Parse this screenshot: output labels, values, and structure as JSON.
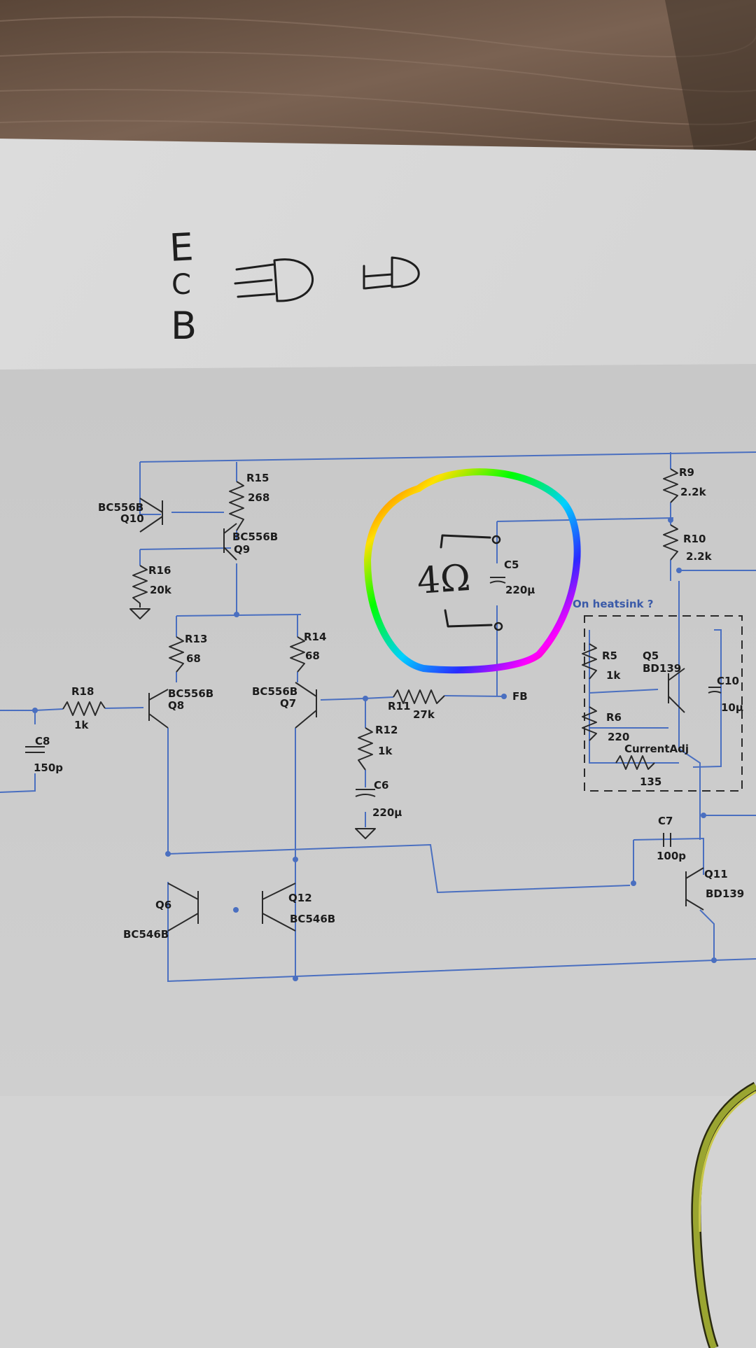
{
  "handwriting": {
    "pinout_letters": [
      "E",
      "C",
      "B"
    ]
  },
  "annotation": {
    "impedance_label": "4Ω"
  },
  "schematic": {
    "components": [
      {
        "ref": "R15",
        "value": "268"
      },
      {
        "ref": "Q10",
        "value": "BC556B"
      },
      {
        "ref": "Q9",
        "value": "BC556B"
      },
      {
        "ref": "R16",
        "value": "20k"
      },
      {
        "ref": "R13",
        "value": "68"
      },
      {
        "ref": "R14",
        "value": "68"
      },
      {
        "ref": "Q8",
        "value": "BC556B"
      },
      {
        "ref": "Q7",
        "value": "BC556B"
      },
      {
        "ref": "R18",
        "value": "1k"
      },
      {
        "ref": "C8",
        "value": "150p"
      },
      {
        "ref": "R11",
        "value": "27k"
      },
      {
        "ref": "R12",
        "value": "1k"
      },
      {
        "ref": "C6",
        "value": "220µ"
      },
      {
        "ref": "C5",
        "value": "220µ"
      },
      {
        "ref": "R9",
        "value": "2.2k"
      },
      {
        "ref": "R10",
        "value": "2.2k"
      },
      {
        "ref": "R5",
        "value": "1k"
      },
      {
        "ref": "Q5",
        "value": "BD139"
      },
      {
        "ref": "C10",
        "value": "10µ"
      },
      {
        "ref": "R6",
        "value": "220"
      },
      {
        "ref": "CurrentAdj",
        "value": "135"
      },
      {
        "ref": "C7",
        "value": "100p"
      },
      {
        "ref": "Q11",
        "value": "BD139"
      },
      {
        "ref": "Q6",
        "value": "BC546B"
      },
      {
        "ref": "Q12",
        "value": "BC546B"
      }
    ],
    "net_label_fb": "FB",
    "heatsink_label": "On heatsink ?"
  }
}
